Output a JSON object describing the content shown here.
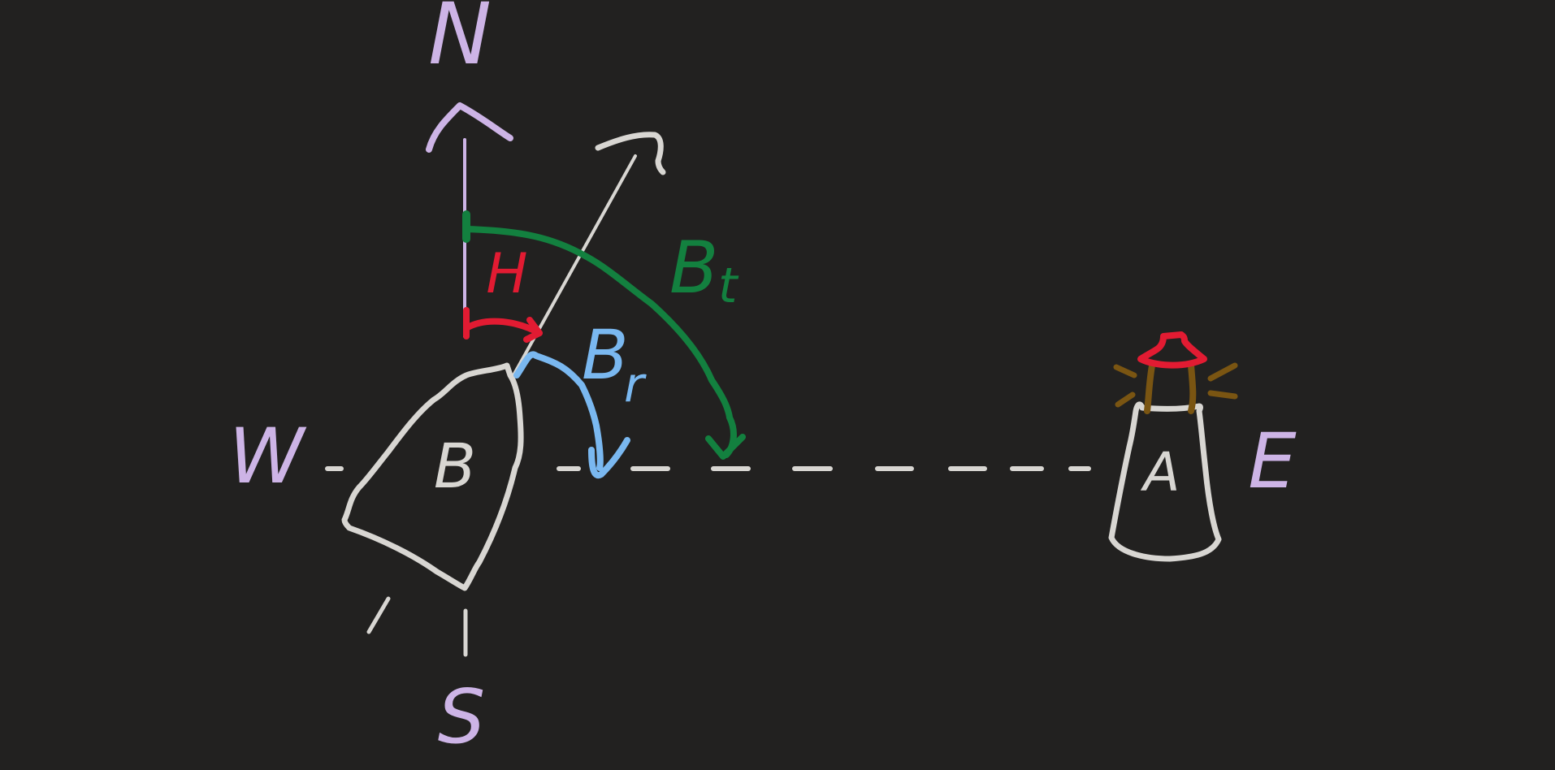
{
  "colors": {
    "background": "#222120",
    "compass": "#cdb4e6",
    "object": "#d8d6d2",
    "heading": "#e21b32",
    "relative_bearing": "#7ab8f0",
    "true_bearing": "#13803f",
    "light_rays": "#7a5512"
  },
  "compass": {
    "north": "N",
    "south": "S",
    "east": "E",
    "west": "W"
  },
  "boat": {
    "label": "B"
  },
  "lighthouse": {
    "label": "A"
  },
  "angles": {
    "heading": "H",
    "relative_bearing_main": "B",
    "relative_bearing_sub": "r",
    "true_bearing_main": "B",
    "true_bearing_sub": "t"
  }
}
